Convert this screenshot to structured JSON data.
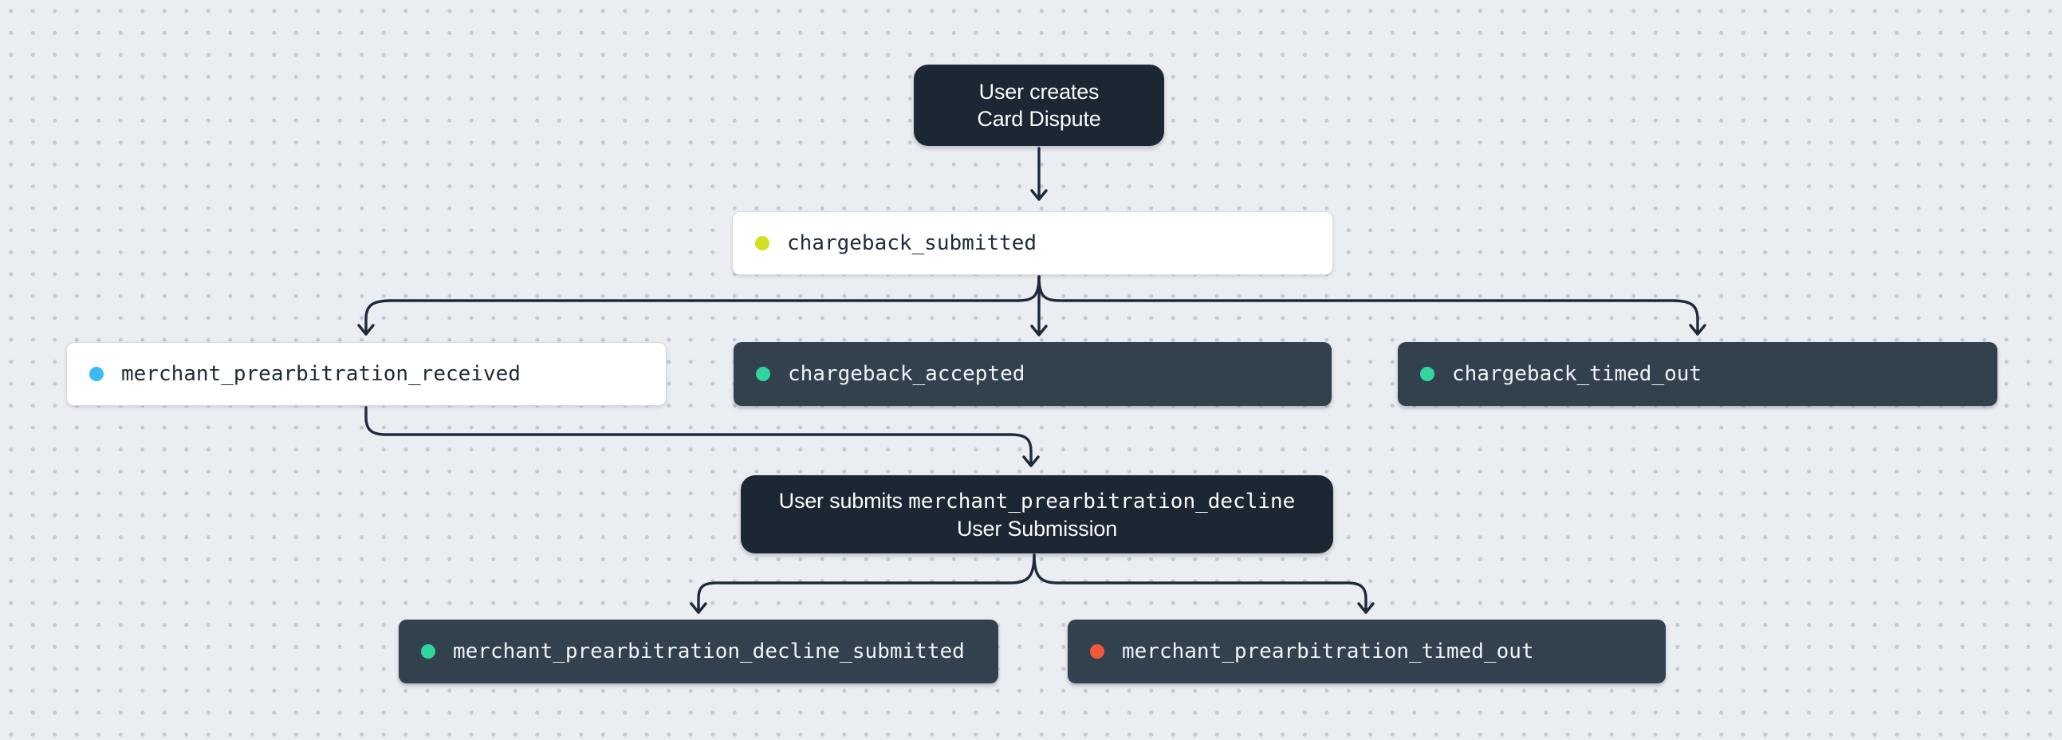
{
  "canvas": {
    "background": "#eaedf2",
    "dot_grid_color": "#c4c9d3",
    "edge_color": "#1e2a3a"
  },
  "nodes": {
    "user_creates": {
      "type": "action",
      "line1": "User creates",
      "line2": "Card Dispute"
    },
    "chargeback_submitted": {
      "type": "event",
      "variant": "light",
      "label": "chargeback_submitted",
      "dot_color": "#d3e022"
    },
    "merchant_prearbitration_received": {
      "type": "event",
      "variant": "light",
      "label": "merchant_prearbitration_received",
      "dot_color": "#3cb9f5"
    },
    "chargeback_accepted": {
      "type": "event",
      "variant": "dark",
      "label": "chargeback_accepted",
      "dot_color": "#30d5a0"
    },
    "chargeback_timed_out": {
      "type": "event",
      "variant": "dark",
      "label": "chargeback_timed_out",
      "dot_color": "#30d5a0"
    },
    "user_submits": {
      "type": "action",
      "prefix": "User submits ",
      "code": "merchant_prearbitration_decline",
      "line2": "User Submission"
    },
    "merchant_prearbitration_decline_submitted": {
      "type": "event",
      "variant": "dark",
      "label": "merchant_prearbitration_decline_submitted",
      "dot_color": "#30d5a0"
    },
    "merchant_prearbitration_timed_out": {
      "type": "event",
      "variant": "dark",
      "label": "merchant_prearbitration_timed_out",
      "dot_color": "#f4583a"
    }
  },
  "edges": [
    {
      "from": "user_creates",
      "to": "chargeback_submitted"
    },
    {
      "from": "chargeback_submitted",
      "to": "merchant_prearbitration_received"
    },
    {
      "from": "chargeback_submitted",
      "to": "chargeback_accepted"
    },
    {
      "from": "chargeback_submitted",
      "to": "chargeback_timed_out"
    },
    {
      "from": "merchant_prearbitration_received",
      "to": "user_submits"
    },
    {
      "from": "user_submits",
      "to": "merchant_prearbitration_decline_submitted"
    },
    {
      "from": "user_submits",
      "to": "merchant_prearbitration_timed_out"
    }
  ]
}
